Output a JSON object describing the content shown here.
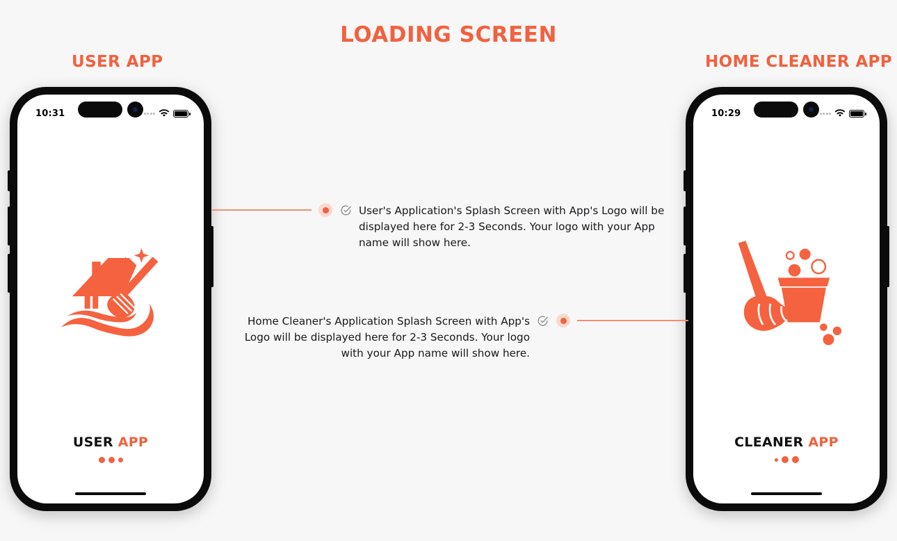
{
  "page": {
    "title": "LOADING SCREEN",
    "background_color": "#f7f7f7",
    "accent_color": "#f2613f",
    "line_color": "#ee8f73"
  },
  "columns": {
    "left_title": "USER APP",
    "right_title": "HOME CLEANER APP"
  },
  "phones": {
    "user": {
      "status_bar": {
        "clock": "10:31",
        "signal_icon": "signal-dots-icon",
        "wifi_icon": "wifi-icon",
        "battery_icon": "battery-icon"
      },
      "logo_icon": "house-broom-sparkle-logo",
      "brand_primary": "USER",
      "brand_accent": "APP",
      "loader_dots": 3
    },
    "cleaner": {
      "status_bar": {
        "clock": "10:29",
        "signal_icon": "signal-dots-icon",
        "wifi_icon": "wifi-icon",
        "battery_icon": "battery-icon"
      },
      "logo_icon": "mop-bucket-bubbles-logo",
      "brand_primary": "CLEANER",
      "brand_accent": "APP",
      "loader_dots": 3
    }
  },
  "callouts": [
    {
      "id": "user-splash-note",
      "bullet_icon": "bullet-dot-icon",
      "check_icon": "check-circle-icon",
      "text": "User's Application's Splash Screen with App's Logo will be displayed here for 2-3 Seconds. Your logo with your App name will show here."
    },
    {
      "id": "cleaner-splash-note",
      "bullet_icon": "bullet-dot-icon",
      "check_icon": "check-circle-icon",
      "text": "Home Cleaner's Application Splash Screen with App's Logo will be displayed here for 2-3 Seconds. Your logo with your App name will show here."
    }
  ]
}
